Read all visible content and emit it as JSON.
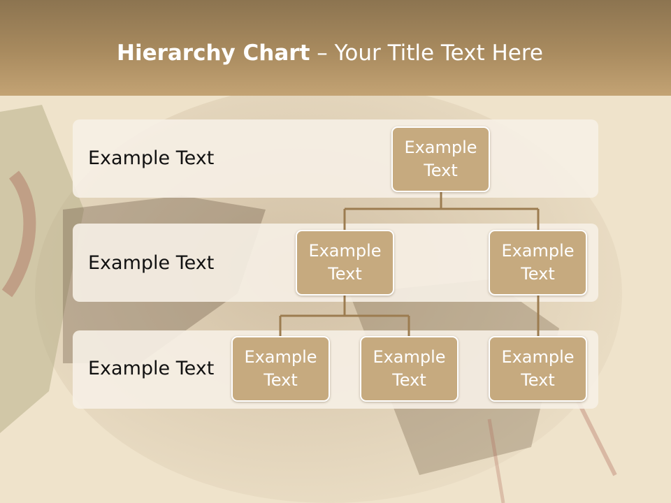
{
  "slide": {
    "title_bold": "Hierarchy Chart",
    "title_rest": " – Your Title Text Here"
  },
  "rows": [
    {
      "label": "Example Text"
    },
    {
      "label": "Example Text"
    },
    {
      "label": "Example Text"
    }
  ],
  "nodes": {
    "root": "Example Text",
    "level2_left": "Example Text",
    "level2_right": "Example Text",
    "level3_left_a": "Example Text",
    "level3_left_b": "Example Text",
    "level3_right": "Example Text"
  },
  "colors": {
    "title_bar": "#a98b5f",
    "node_fill": "#c6aa7f",
    "connector": "#9c7c50",
    "band": "#f6efe6"
  }
}
